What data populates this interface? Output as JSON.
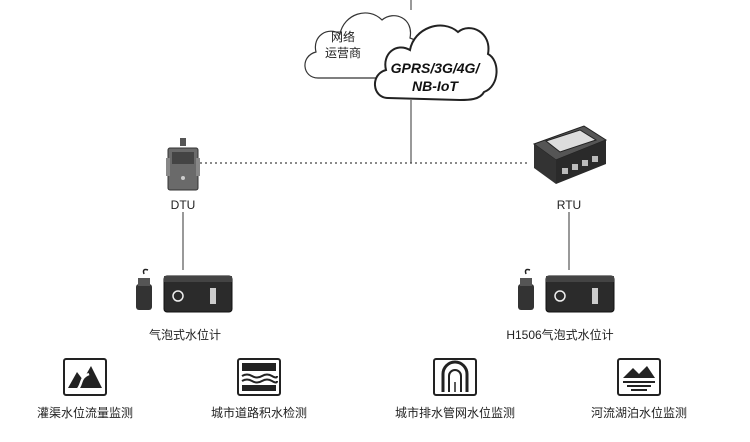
{
  "clouds": {
    "operator_line1": "网络",
    "operator_line2": "运营商",
    "network_line1": "GPRS/3G/4G/",
    "network_line2": "NB-IoT"
  },
  "devices": {
    "dtu_label": "DTU",
    "rtu_label": "RTU",
    "left_gauge_label": "气泡式水位计",
    "right_gauge_label": "H1506气泡式水位计"
  },
  "scenarios": [
    {
      "label": "灌渠水位流量监测",
      "icon": "canal-icon"
    },
    {
      "label": "城市道路积水检测",
      "icon": "road-flood-icon"
    },
    {
      "label": "城市排水管网水位监测",
      "icon": "drain-pipe-icon"
    },
    {
      "label": "河流湖泊水位监测",
      "icon": "river-lake-icon"
    }
  ]
}
